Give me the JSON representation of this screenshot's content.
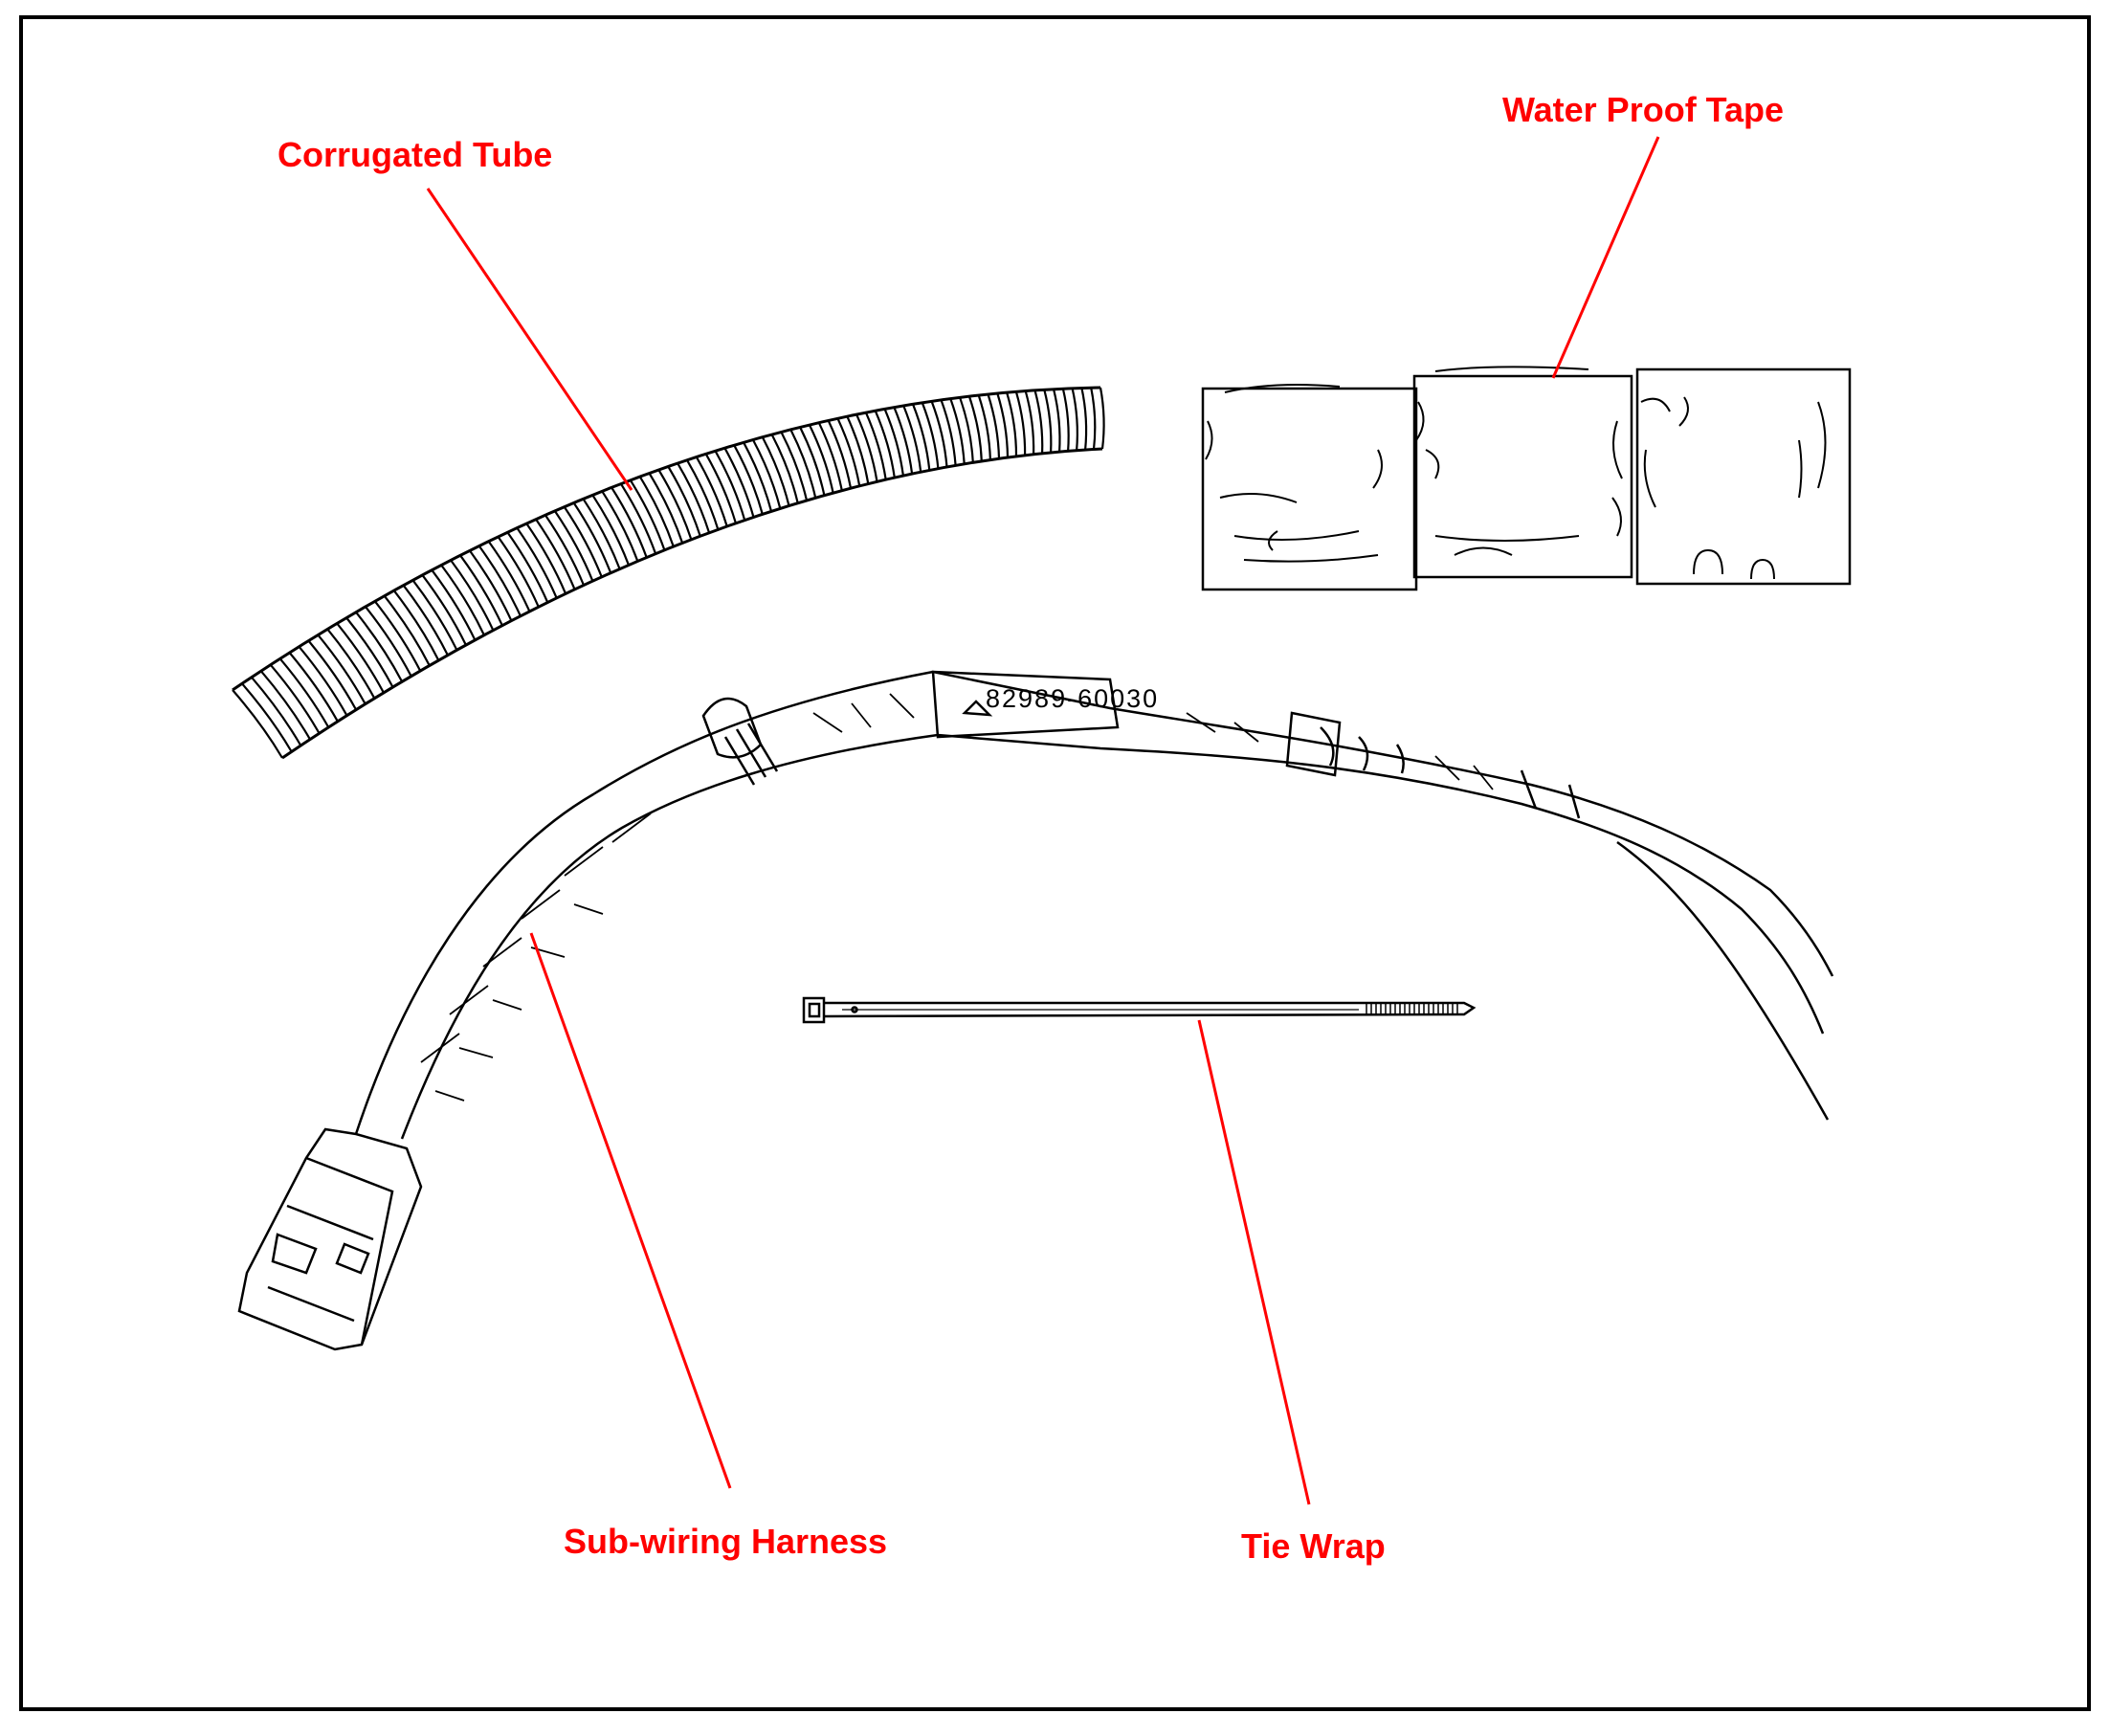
{
  "labels": {
    "corrugated_tube": "Corrugated Tube",
    "water_proof_tape": "Water Proof Tape",
    "sub_wiring_harness": "Sub-wiring Harness",
    "tie_wrap": "Tie Wrap"
  },
  "part_number": "82989-60030",
  "colors": {
    "label": "#ff0000",
    "leader": "#ff0000",
    "line_art": "#000000",
    "frame": "#000000",
    "background": "#ffffff"
  }
}
